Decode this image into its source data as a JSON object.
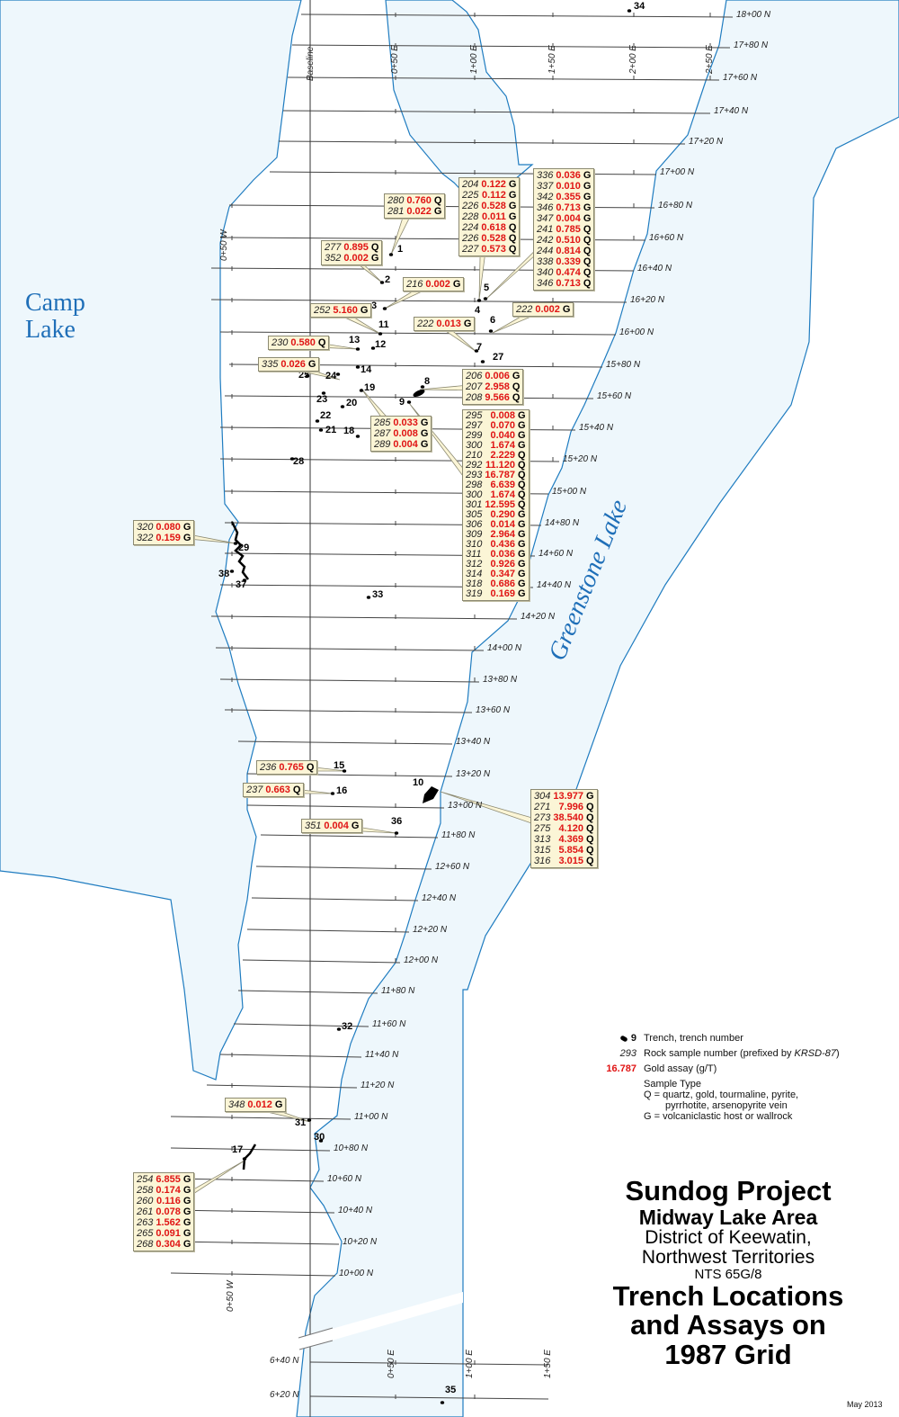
{
  "colors": {
    "lake": "#eef7fc",
    "shore": "#1f7cc0",
    "assay": "#e01414",
    "callout_bg": "#fbf5d6"
  },
  "lakes": {
    "camp": [
      "Camp",
      "Lake"
    ],
    "greenstone": "Greenstone Lake"
  },
  "grid": {
    "baseline_label": "Baseline",
    "west_label": "0+50 W",
    "north_columns": [
      "0+50 E",
      "1+00 E",
      "1+50 E",
      "2+00 E",
      "2+50 E"
    ],
    "south_columns": [
      "0+50 E",
      "1+00 E",
      "1+50 E"
    ],
    "lines": [
      "18+00 N",
      "17+80 N",
      "17+60 N",
      "17+40 N",
      "17+20 N",
      "17+00 N",
      "16+80 N",
      "16+60 N",
      "16+40 N",
      "16+20 N",
      "16+00 N",
      "15+80 N",
      "15+60 N",
      "15+40 N",
      "15+20 N",
      "15+00 N",
      "14+80 N",
      "14+60 N",
      "14+40 N",
      "14+20 N",
      "14+00 N",
      "13+80 N",
      "13+60 N",
      "13+40 N",
      "13+20 N",
      "13+00 N",
      "11+80 N",
      "12+60 N",
      "12+40 N",
      "12+20 N",
      "12+00 N",
      "11+80 N",
      "11+60 N",
      "11+40 N",
      "11+20 N",
      "11+00 N",
      "10+80 N",
      "10+60 N",
      "10+40 N",
      "10+20 N",
      "10+00 N",
      "6+40 N",
      "6+20 N"
    ]
  },
  "trenches": [
    "1",
    "2",
    "3",
    "4",
    "5",
    "6",
    "7",
    "8",
    "9",
    "10",
    "11",
    "12",
    "13",
    "14",
    "15",
    "16",
    "17",
    "18",
    "19",
    "20",
    "21",
    "22",
    "23",
    "24",
    "25",
    "27",
    "28",
    "29",
    "30",
    "31",
    "32",
    "33",
    "34",
    "35",
    "36",
    "37",
    "38"
  ],
  "callouts": [
    {
      "samples": [
        [
          "280",
          "0.760",
          "Q"
        ],
        [
          "281",
          "0.022",
          "G"
        ]
      ]
    },
    {
      "samples": [
        [
          "277",
          "0.895",
          "Q"
        ],
        [
          "352",
          "0.002",
          "G"
        ]
      ]
    },
    {
      "samples": [
        [
          "216",
          "0.002",
          "G"
        ]
      ]
    },
    {
      "samples": [
        [
          "204",
          "0.122",
          "G"
        ],
        [
          "225",
          "0.112",
          "G"
        ],
        [
          "226",
          "0.528",
          "G"
        ],
        [
          "228",
          "0.011",
          "G"
        ],
        [
          "224",
          "0.618",
          "Q"
        ],
        [
          "226",
          "0.528",
          "Q"
        ],
        [
          "227",
          "0.573",
          "Q"
        ]
      ]
    },
    {
      "samples": [
        [
          "336",
          "0.036",
          "G"
        ],
        [
          "337",
          "0.010",
          "G"
        ],
        [
          "342",
          "0.355",
          "G"
        ],
        [
          "346",
          "0.713",
          "G"
        ],
        [
          "347",
          "0.004",
          "G"
        ],
        [
          "241",
          "0.785",
          "Q"
        ],
        [
          "242",
          "0.510",
          "Q"
        ],
        [
          "244",
          "0.814",
          "Q"
        ],
        [
          "338",
          "0.339",
          "Q"
        ],
        [
          "340",
          "0.474",
          "Q"
        ],
        [
          "346",
          "0.713",
          "Q"
        ]
      ]
    },
    {
      "samples": [
        [
          "252",
          "5.160",
          "G"
        ]
      ]
    },
    {
      "samples": [
        [
          "222",
          "0.013",
          "G"
        ]
      ]
    },
    {
      "samples": [
        [
          "222",
          "0.002",
          "G"
        ]
      ]
    },
    {
      "samples": [
        [
          "230",
          "0.580",
          "Q"
        ]
      ]
    },
    {
      "samples": [
        [
          "335",
          "0.026",
          "G"
        ]
      ]
    },
    {
      "samples": [
        [
          "206",
          "0.006",
          "G"
        ],
        [
          "207",
          "2.958",
          "Q"
        ],
        [
          "208",
          "9.566",
          "Q"
        ]
      ]
    },
    {
      "samples": [
        [
          "295",
          "0.008",
          "G"
        ],
        [
          "297",
          "0.070",
          "G"
        ],
        [
          "299",
          "0.040",
          "G"
        ],
        [
          "300",
          "1.674",
          "G"
        ],
        [
          "210",
          "2.229",
          "Q"
        ],
        [
          "292",
          "11.120",
          "Q"
        ],
        [
          "293",
          "16.787",
          "Q"
        ],
        [
          "298",
          "6.639",
          "Q"
        ],
        [
          "300",
          "1.674",
          "Q"
        ],
        [
          "301",
          "12.595",
          "Q"
        ],
        [
          "305",
          "0.290",
          "G"
        ],
        [
          "306",
          "0.014",
          "G"
        ],
        [
          "309",
          "2.964",
          "G"
        ],
        [
          "310",
          "0.436",
          "G"
        ],
        [
          "311",
          "0.036",
          "G"
        ],
        [
          "312",
          "0.926",
          "G"
        ],
        [
          "314",
          "0.347",
          "G"
        ],
        [
          "318",
          "0.686",
          "G"
        ],
        [
          "319",
          "0.169",
          "G"
        ]
      ]
    },
    {
      "samples": [
        [
          "285",
          "0.033",
          "G"
        ],
        [
          "287",
          "0.008",
          "G"
        ],
        [
          "289",
          "0.004",
          "G"
        ]
      ]
    },
    {
      "samples": [
        [
          "320",
          "0.080",
          "G"
        ],
        [
          "322",
          "0.159",
          "G"
        ]
      ]
    },
    {
      "samples": [
        [
          "236",
          "0.765",
          "Q"
        ]
      ]
    },
    {
      "samples": [
        [
          "237",
          "0.663",
          "Q"
        ]
      ]
    },
    {
      "samples": [
        [
          "351",
          "0.004",
          "G"
        ]
      ]
    },
    {
      "samples": [
        [
          "304",
          "13.977",
          "G"
        ],
        [
          "271",
          "7.996",
          "Q"
        ],
        [
          "273",
          "38.540",
          "Q"
        ],
        [
          "275",
          "4.120",
          "Q"
        ],
        [
          "313",
          "4.369",
          "Q"
        ],
        [
          "315",
          "5.854",
          "Q"
        ],
        [
          "316",
          "3.015",
          "Q"
        ]
      ]
    },
    {
      "samples": [
        [
          "348",
          "0.012",
          "G"
        ]
      ]
    },
    {
      "samples": [
        [
          "254",
          "6.855",
          "G"
        ],
        [
          "258",
          "0.174",
          "G"
        ],
        [
          "260",
          "0.116",
          "G"
        ],
        [
          "261",
          "0.078",
          "G"
        ],
        [
          "263",
          "1.562",
          "G"
        ],
        [
          "265",
          "0.091",
          "G"
        ],
        [
          "268",
          "0.304",
          "G"
        ]
      ]
    }
  ],
  "legend": {
    "trench_key": "9",
    "trench_label": "Trench, trench number",
    "sample_key": "293",
    "sample_label": "Rock sample number (prefixed by ",
    "sample_prefix": "KRSD-87",
    "sample_close": ")",
    "assay_key": "16.787",
    "assay_label": "Gold assay (g/T)",
    "type_title": "Sample Type",
    "type_q": "Q = quartz, gold, tourmaline, pyrite,",
    "type_q2": "pyrrhotite, arsenopyrite vein",
    "type_g": "G = volcaniclastic host or wallrock"
  },
  "title": {
    "line1": "Sundog Project",
    "line2": "Midway Lake Area",
    "line3": "District of Keewatin,",
    "line4": "Northwest Territories",
    "line5": "NTS 65G/8",
    "line6": "Trench Locations",
    "line7": "and Assays on",
    "line8": "1987 Grid"
  },
  "date": "May 2013"
}
